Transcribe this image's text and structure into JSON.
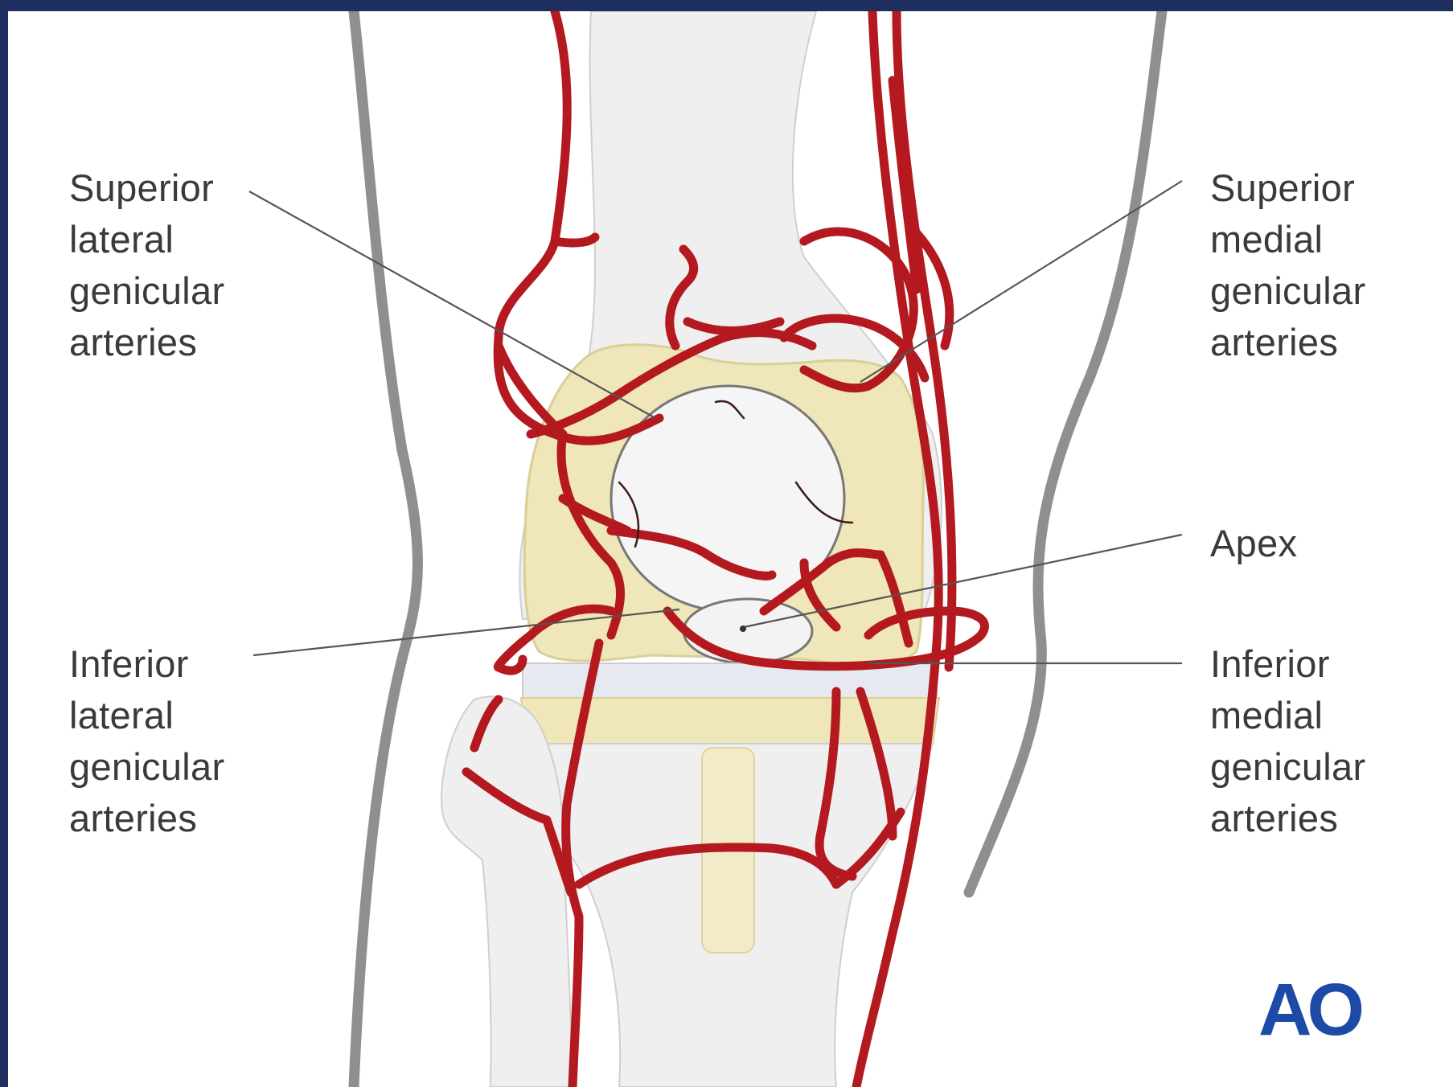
{
  "labels": {
    "superior_lateral": "Superior\nlateral\ngenicular\narteries",
    "superior_medial": "Superior\nmedial\ngenicular\narteries",
    "apex": "Apex",
    "inferior_lateral": "Inferior\nlateral\ngenicular\narteries",
    "inferior_medial": "Inferior\nmedial\ngenicular\narteries"
  },
  "logo": "AO",
  "colors": {
    "frame": "#1e2f5f",
    "artery": "#b3191f",
    "bone": "#eeeeee",
    "implant": "#efe6b9",
    "skin_outline": "#8a8a8a",
    "logo": "#1d4aa6"
  }
}
